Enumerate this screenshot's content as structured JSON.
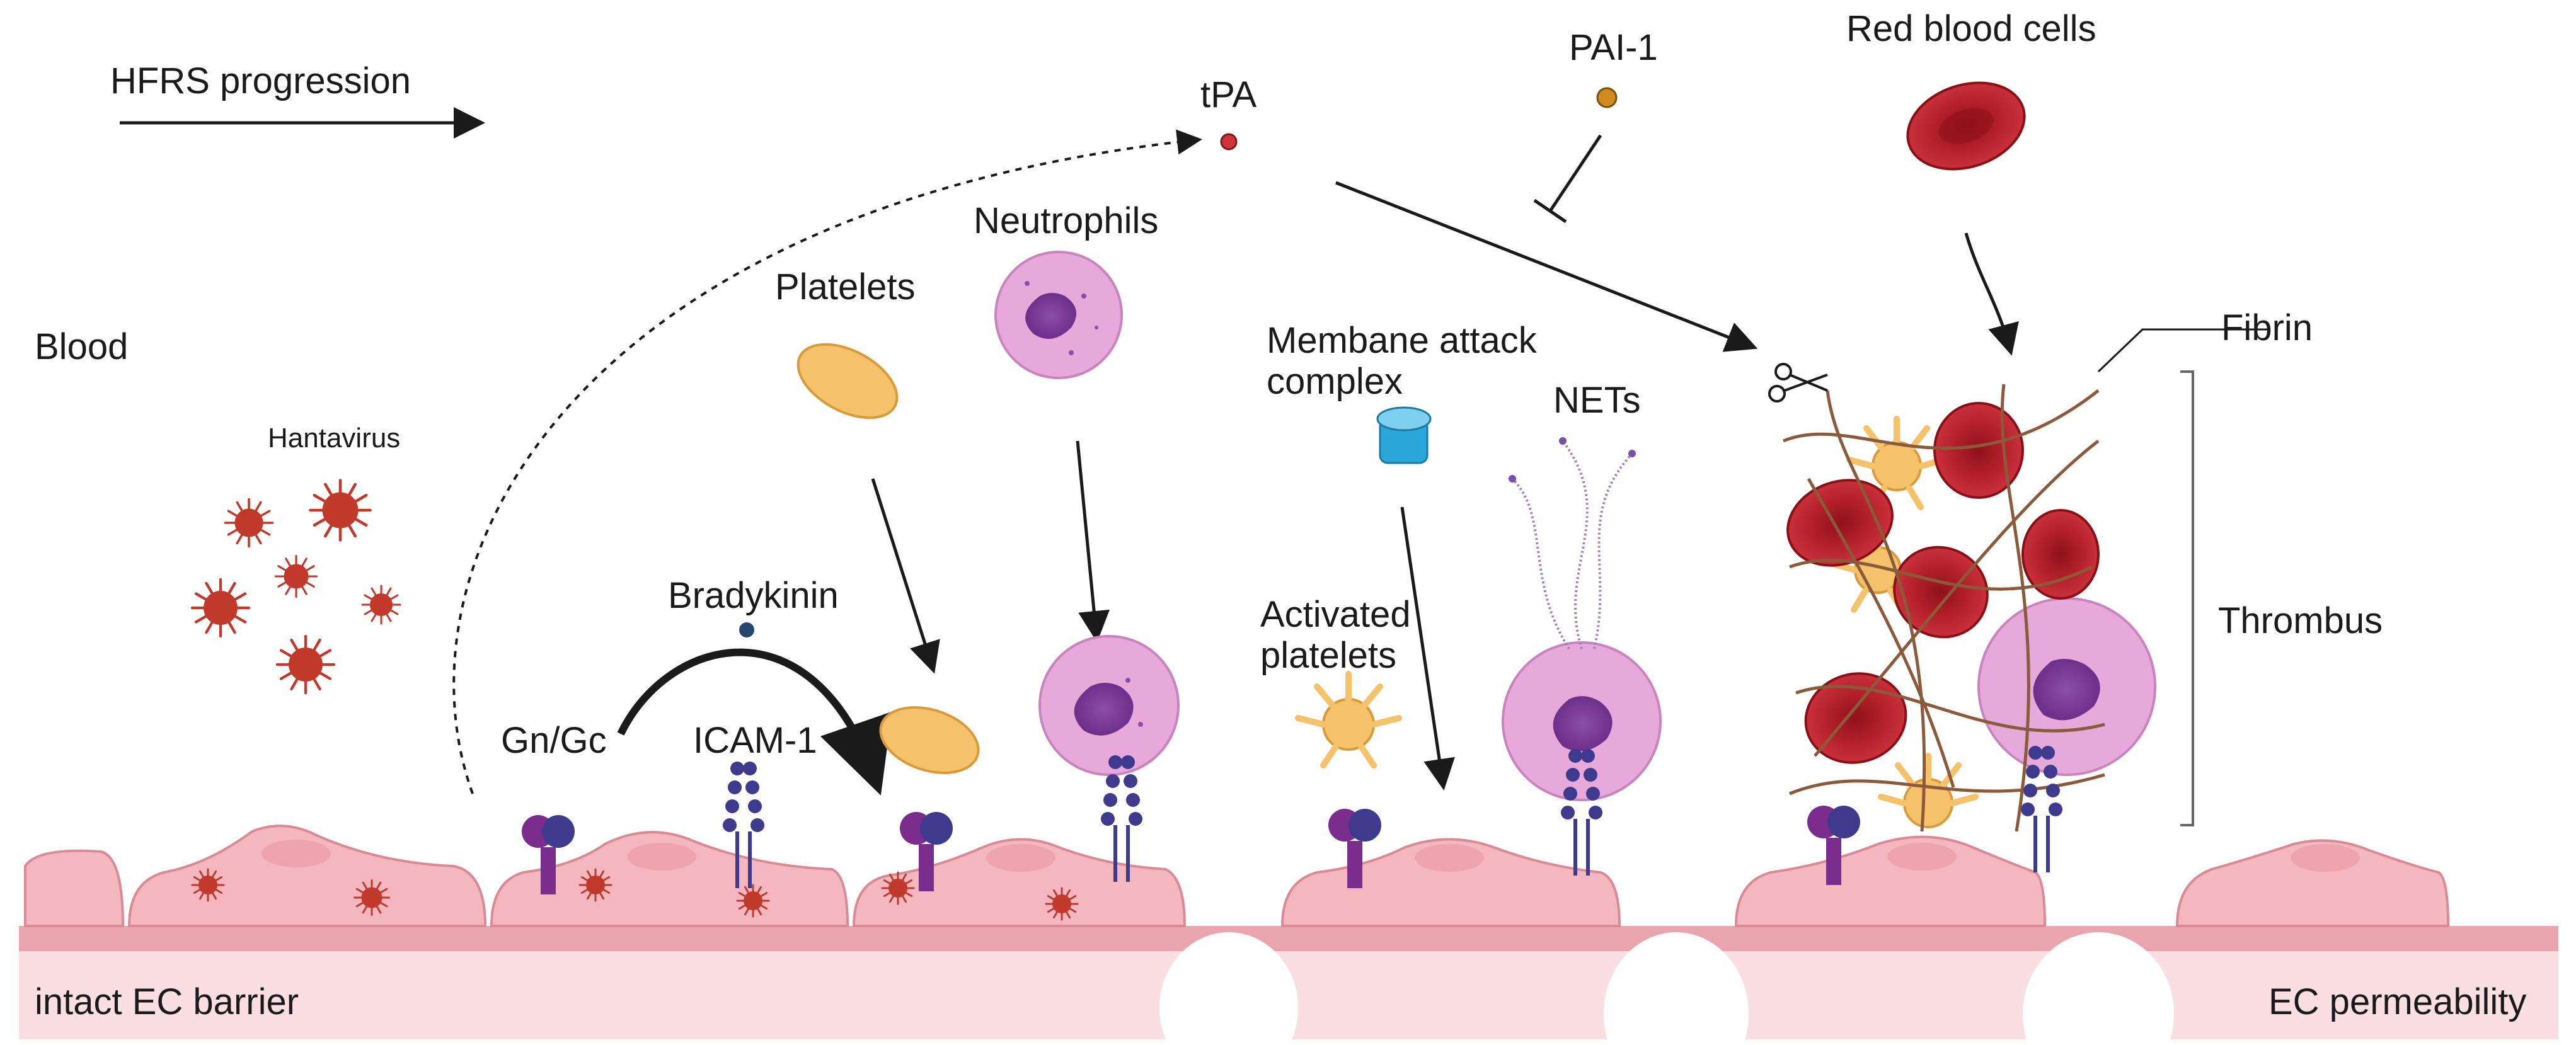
{
  "labels": {
    "hfrs_progression": "HFRS progression",
    "tpa": "tPA",
    "pai1": "PAI-1",
    "red_blood_cells": "Red blood cells",
    "blood": "Blood",
    "hantavirus": "Hantavirus",
    "platelets": "Platelets",
    "neutrophils": "Neutrophils",
    "mac_line1": "Membane attack",
    "mac_line2": "complex",
    "nets": "NETs",
    "fibrin": "Fibrin",
    "thrombus": "Thrombus",
    "bradykinin": "Bradykinin",
    "gn_gc": "Gn/Gc",
    "icam1": "ICAM-1",
    "activated_line1": "Activated",
    "activated_line2": "platelets",
    "intact_barrier": "intact EC barrier",
    "ec_permeability": "EC permeability"
  },
  "colors": {
    "endothelium": "#f4b7bf",
    "endothelium_edge": "#d98a95",
    "basement": "#e9a4ad",
    "virus": "#c0392b",
    "platelet": "#f5c26b",
    "neutrophil": "#e7a9d9",
    "rbc": "#b3202a",
    "receptor_purple": "#7b2d8e",
    "receptor_blue": "#3e3b8f",
    "mac": "#2aa7d8",
    "fibrin": "#8a5a3b",
    "tpa": "#d0343a",
    "pai1": "#d08a1e"
  }
}
